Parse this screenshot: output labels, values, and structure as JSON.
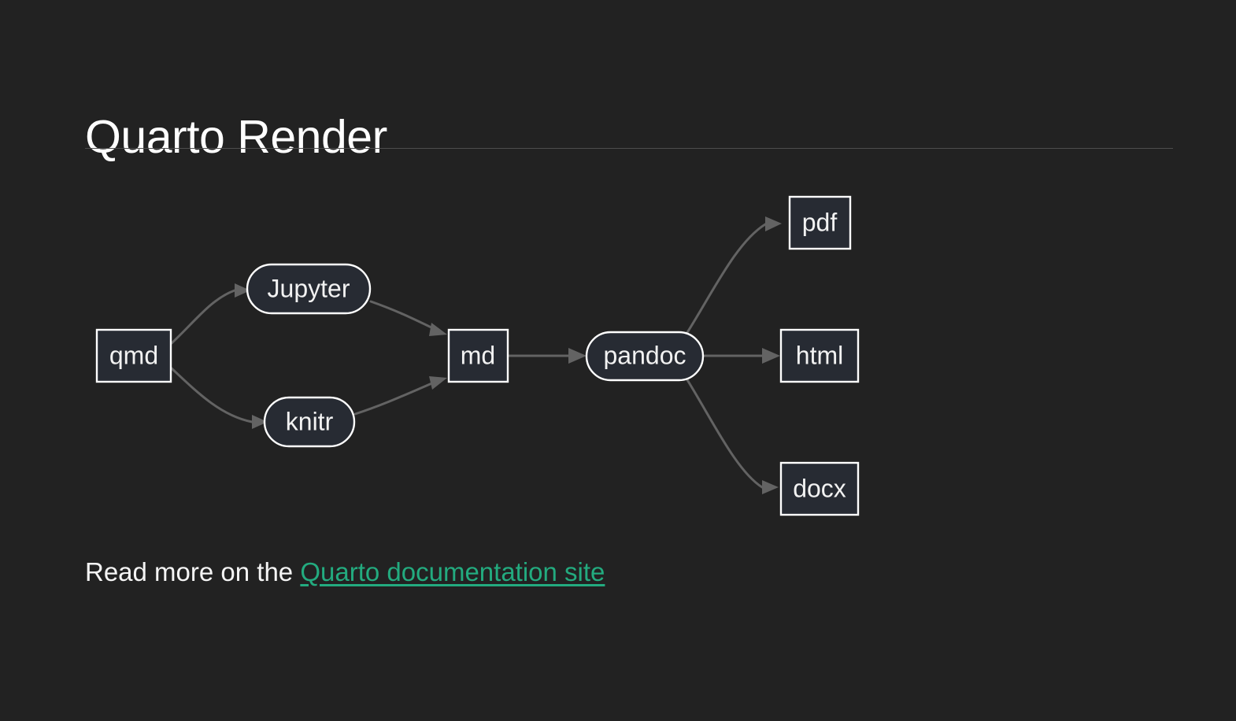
{
  "slide": {
    "title": "Quarto Render",
    "background_color": "#222222",
    "rule_color": "#4d4d4d"
  },
  "footer": {
    "lead_text": "Read more on the ",
    "link_text": "Quarto documentation site",
    "link_color": "#23ab7f"
  },
  "diagram": {
    "node_fill": "#272b33",
    "node_stroke": "#ffffff",
    "edge_color": "#636363",
    "label_color": "#f2f2f2",
    "nodes": [
      {
        "id": "qmd",
        "label": "qmd",
        "shape": "rect"
      },
      {
        "id": "jupyter",
        "label": "Jupyter",
        "shape": "stadium"
      },
      {
        "id": "knitr",
        "label": "knitr",
        "shape": "stadium"
      },
      {
        "id": "md",
        "label": "md",
        "shape": "rect"
      },
      {
        "id": "pandoc",
        "label": "pandoc",
        "shape": "stadium"
      },
      {
        "id": "pdf",
        "label": "pdf",
        "shape": "rect"
      },
      {
        "id": "html",
        "label": "html",
        "shape": "rect"
      },
      {
        "id": "docx",
        "label": "docx",
        "shape": "rect"
      }
    ],
    "edges": [
      {
        "from": "qmd",
        "to": "jupyter"
      },
      {
        "from": "qmd",
        "to": "knitr"
      },
      {
        "from": "jupyter",
        "to": "md"
      },
      {
        "from": "knitr",
        "to": "md"
      },
      {
        "from": "md",
        "to": "pandoc"
      },
      {
        "from": "pandoc",
        "to": "pdf"
      },
      {
        "from": "pandoc",
        "to": "html"
      },
      {
        "from": "pandoc",
        "to": "docx"
      }
    ]
  }
}
